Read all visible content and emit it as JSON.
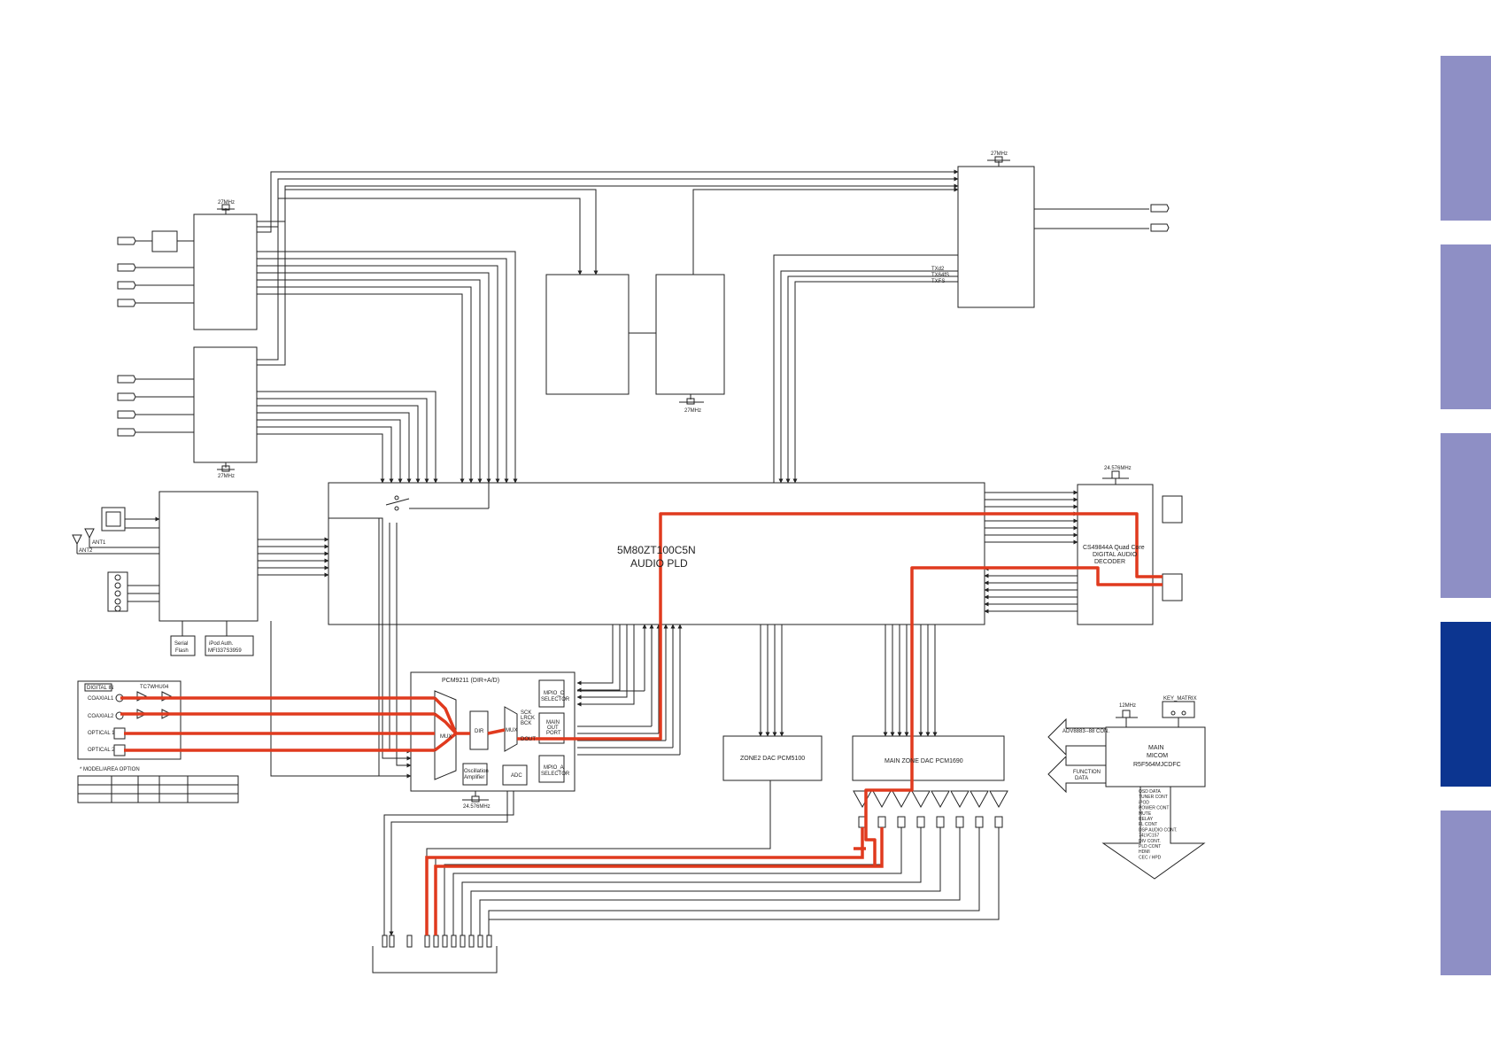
{
  "colors": {
    "wire": "#222222",
    "signal_path": "#e03a1e",
    "tab_inactive": "#8e8fc5",
    "tab_active": "#0c3590"
  },
  "side_tabs": [
    {
      "label": "",
      "active": false
    },
    {
      "label": "",
      "active": false
    },
    {
      "label": "",
      "active": false
    },
    {
      "label": "",
      "active": true
    },
    {
      "label": "",
      "active": false
    }
  ],
  "labels": {
    "xtal_27mhz_top_left": "27MHz",
    "xtal_27mhz_mid_left": "27MHz",
    "xtal_27mhz_top_right": "27MHz",
    "xtal_27mhz_center": "27MHz",
    "xtal_24576_decoder": "24.576MHz",
    "xtal_24576_pcm": "24.576MHz",
    "xtal_12mhz": "12MHz",
    "key_matrix": "KEY_MATRIX",
    "txd2": "TXd2",
    "txd4": "TX64fS",
    "txfs": "TXFS",
    "ant1": "ANT1",
    "ant2": "ANT2",
    "serial_flash_1": "Serial",
    "serial_flash_2": "Flash",
    "ipod_auth_1": "iPod Auth.",
    "ipod_auth_2": "MFI337S3959",
    "pld_part": "5M80ZT100C5N",
    "pld_name": "AUDIO PLD",
    "decoder_1": "CS49844A Quad Core",
    "decoder_2": "DIGITAL AUDIO",
    "decoder_3": "DECODER",
    "digital_in": "DIGITAL IN",
    "buffer_ic": "TC7WHU04",
    "coaxial1": "COAXIAL1",
    "coaxial2": "COAXIAL2",
    "optical1": "OPTICAL 1",
    "optical2": "OPTICAL 2",
    "model_area": "* MODEL/AREA OPTION",
    "pcm9211": "PCM9211 (DIR+A/D)",
    "mpio_c_1": "MPIO_C",
    "mpio_c_2": "SELECTOR",
    "mpio_a_1": "MPIO_A",
    "mpio_a_2": "SELECTOR",
    "dir": "DIR",
    "mux_left": "MUX",
    "mux_right": "MUX",
    "sck_1": "SCK",
    "sck_2": "LRCK",
    "sck_3": "BCK",
    "main_out_1": "MAIN",
    "main_out_2": "OUT",
    "main_out_3": "PORT",
    "dout": "DOUT",
    "osc_1": "Oscillation",
    "osc_2": "Amplifier",
    "adc": "ADC",
    "zone2_dac": "ZONE2 DAC PCM5100",
    "main_dac": "MAIN ZONE DAC PCM1690",
    "adv_con": "ADV8883--88 CON.",
    "function_data_1": "FUNCTION",
    "function_data_2": "DATA",
    "micom_1": "MAIN",
    "micom_2": "MICOM",
    "micom_3": "R5F564MJCDFC",
    "micom_signals": [
      "OSD DATA",
      "TUNER CONT",
      "iPOD",
      "POWER CONT",
      "MUTE",
      "RELAY",
      "FL CONT",
      "DSP AUDIO CONT.",
      "74LVC157",
      "DIV CONT.",
      "PLD CONT",
      "HDMI",
      "CEC / HPD"
    ]
  }
}
